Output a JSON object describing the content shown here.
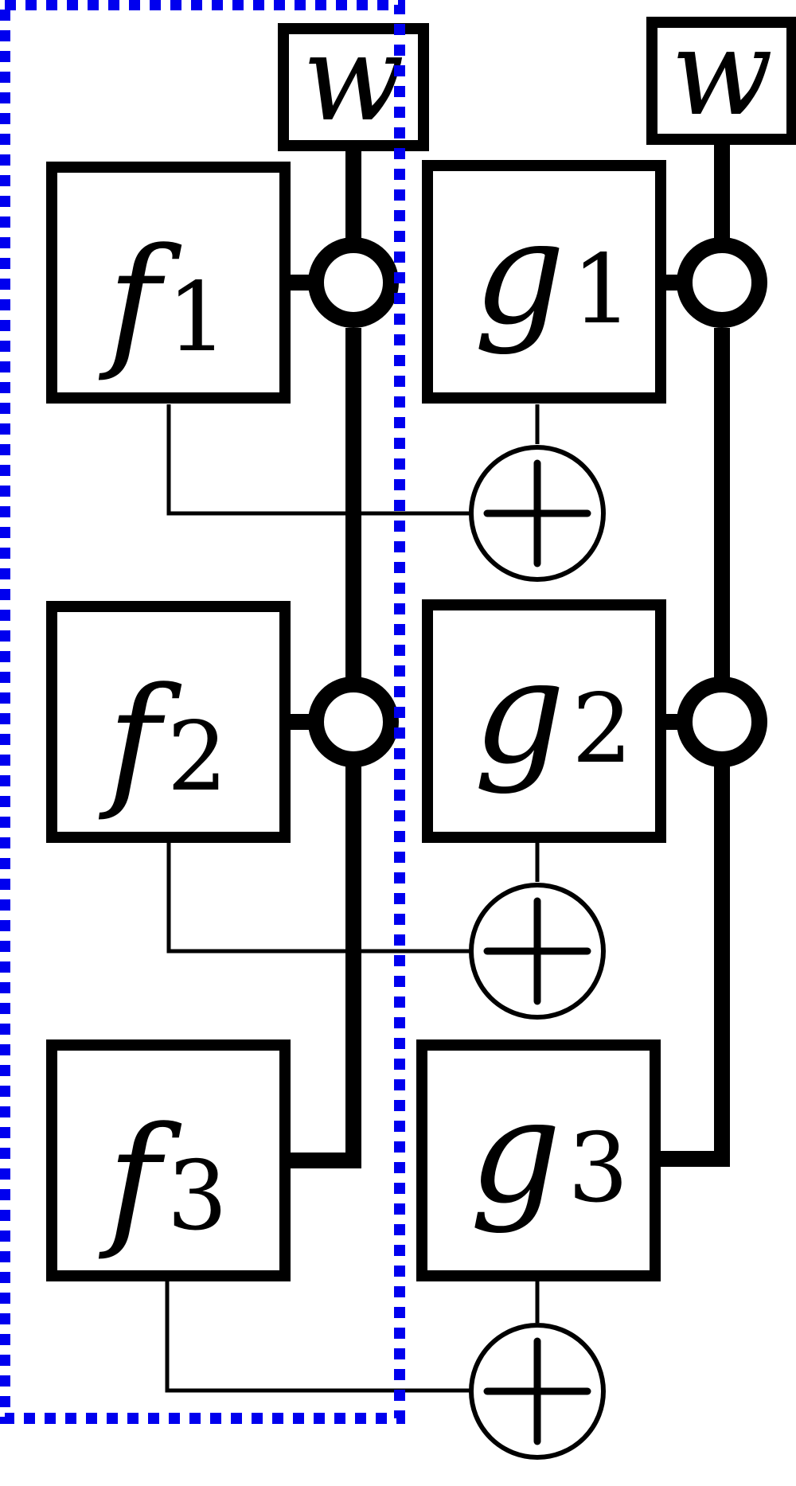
{
  "diagram": {
    "inputs": [
      {
        "name": "w"
      },
      {
        "name": "w"
      }
    ],
    "left_chain": [
      {
        "name": "f",
        "index": "1"
      },
      {
        "name": "f",
        "index": "2"
      },
      {
        "name": "f",
        "index": "3"
      }
    ],
    "right_chain": [
      {
        "name": "g",
        "index": "1"
      },
      {
        "name": "g",
        "index": "2"
      },
      {
        "name": "g",
        "index": "3"
      }
    ],
    "colors": {
      "stroke": "#000000",
      "highlight": "#0000ee",
      "background": "#ffffff"
    },
    "highlight_style": "dotted"
  }
}
